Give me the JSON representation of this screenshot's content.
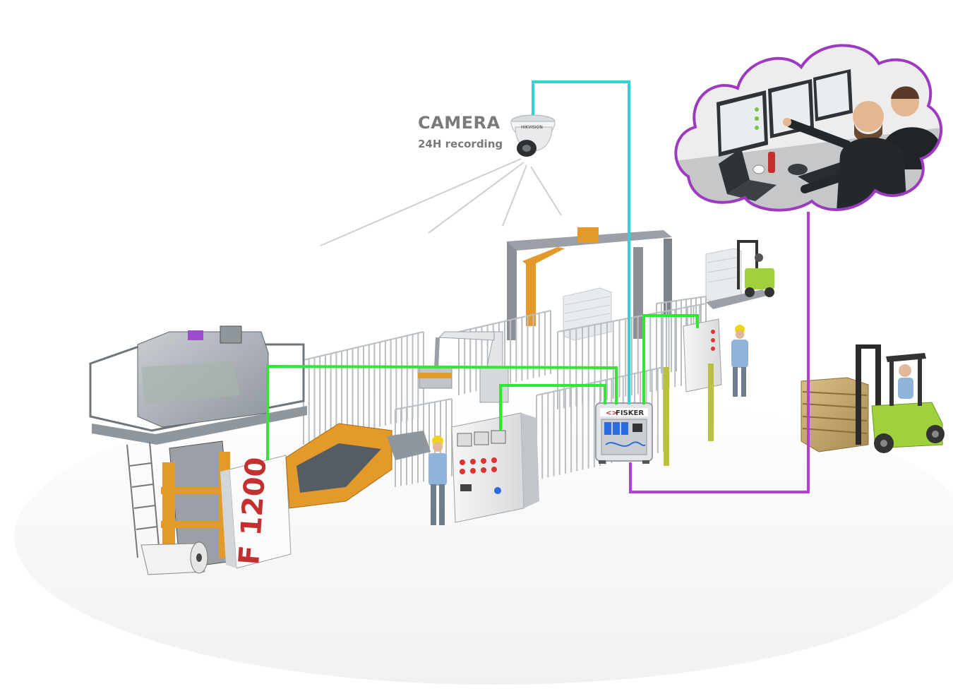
{
  "camera": {
    "title": "CAMERA",
    "subtitle": "24H recording",
    "brand": "HIKVISION"
  },
  "machine": {
    "model_label": "F 1200"
  },
  "control_box": {
    "brand": "FISKER"
  },
  "colors": {
    "ethernet_link": "#2fd4d6",
    "control_link": "#33e633",
    "remote_link": "#b13fd1",
    "orange_frame": "#e39a2a",
    "machine_red": "#c43030",
    "forklift_green": "#9fd23a"
  },
  "icons": {
    "camera": "dome-camera-icon",
    "control_box": "control-box-icon",
    "remote": "cloud-remote-team-icon"
  }
}
